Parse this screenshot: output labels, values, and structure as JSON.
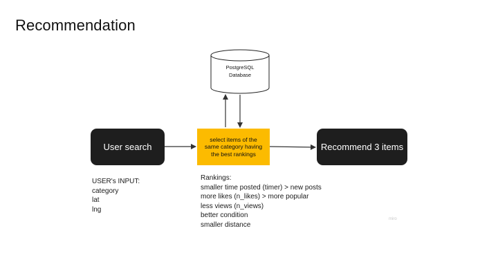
{
  "slide": {
    "title": "Recommendation"
  },
  "diagram": {
    "database": {
      "line1": "PostgreSQL",
      "line2": "Database"
    },
    "user_search": "User search",
    "select_step": {
      "lines": [
        "select items of the",
        "same category having",
        "the best rankings"
      ]
    },
    "recommend": "Recommend 3 items"
  },
  "user_input": {
    "heading": "USER's INPUT:",
    "items": [
      "category",
      "lat",
      "lng"
    ]
  },
  "rankings": {
    "heading": "Rankings:",
    "items": [
      "smaller time posted (timer) > new posts",
      "more likes (n_likes) > more popular",
      "less views (n_views)",
      "better condition",
      "smaller distance"
    ]
  },
  "watermark": "miro",
  "colors": {
    "dark_box": "#1e1e1e",
    "highlight": "#fcbb00",
    "arrow": "#333333"
  }
}
